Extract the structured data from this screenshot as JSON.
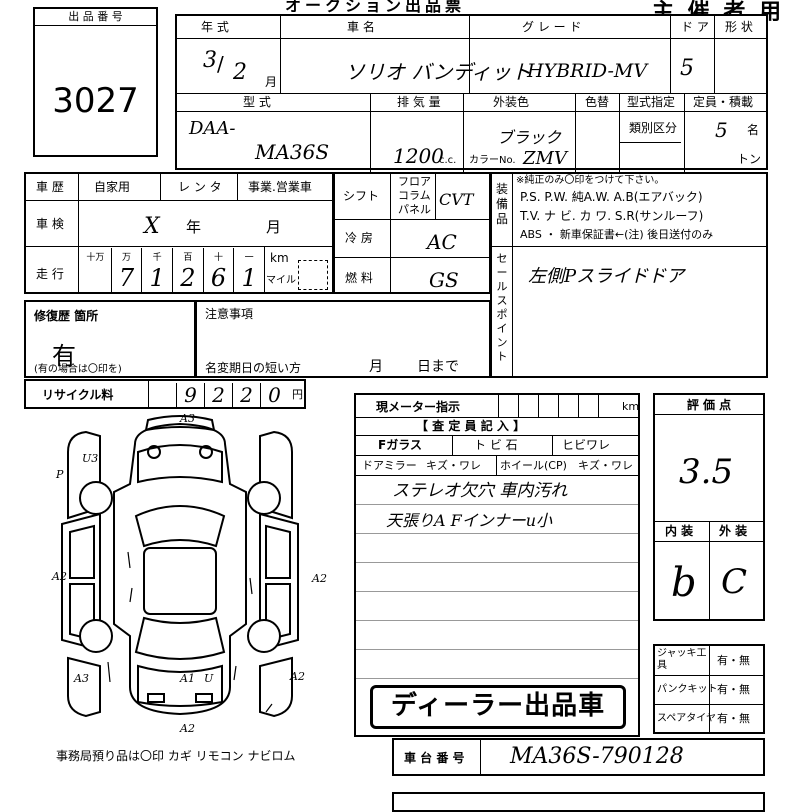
{
  "header": {
    "banner": "主 催 者 用",
    "top_partial": "オークション出品票"
  },
  "lot": {
    "label": "出 品 番 号",
    "number": "3027"
  },
  "vehicle": {
    "year_label": "年 式",
    "year_value": "3",
    "year_month": "2",
    "year_month_unit": "月",
    "name_label": "車 名",
    "name_value": "ソリオ バンディット",
    "grade_label": "グ レ ー ド",
    "grade_value": "HYBRID-MV",
    "doors_label": "ド ア",
    "doors_value": "5",
    "shape_label": "形 状",
    "model_label": "型 式",
    "model_value_1": "DAA-",
    "model_value_2": "MA36S",
    "displacement_label": "排 気 量",
    "displacement_value": "1200",
    "displacement_unit": "c.c.",
    "exterior_label": "外装色",
    "color_change_label": "色替",
    "exterior_value": "ブラック",
    "color_no_label": "カラーNo.",
    "color_no_value": "ZMV",
    "designation_label": "型式指定",
    "category_label": "類別区分",
    "capacity_label": "定員・積載",
    "capacity_value": "5",
    "capacity_unit": "名",
    "load_unit": "トン"
  },
  "history": {
    "history_label": "車 歴",
    "private_label": "自家用",
    "rental_label": "レ ン タ",
    "business_label": "事業.営業車",
    "inspection_label": "車 検",
    "inspection_value": "X",
    "year_unit": "年",
    "month_unit": "月",
    "mileage_label": "走 行",
    "digit_labels": [
      "十万",
      "万",
      "千",
      "百",
      "十",
      "一"
    ],
    "digits": [
      "",
      "7",
      "1",
      "2",
      "6",
      "1"
    ],
    "km_label": "km",
    "mile_label": "マイル"
  },
  "shift": {
    "label": "シフト",
    "options": [
      "フロア",
      "コラム",
      "パネル"
    ],
    "value": "CVT"
  },
  "ac": {
    "label": "冷 房",
    "value": "AC"
  },
  "fuel": {
    "label": "燃 料",
    "value": "GS"
  },
  "equipment": {
    "label": "装備品",
    "note": "※純正のみ〇印をつけて下さい。",
    "row1": "P.S. P.W. 純A.W. A.B(エアバック)",
    "row2": "T.V. ナ ビ. カ ワ. S.R(サンルーフ)",
    "row3": "ABS ・ 新車保証書←(注) 後日送付のみ"
  },
  "sales_point": {
    "label": "セールスポイント",
    "value": "左側Pスライドドア"
  },
  "repair": {
    "label": "修復歴 箇所",
    "value": "有",
    "note": "(有の場合は〇印を)"
  },
  "notes": {
    "label": "注意事項",
    "rename_label": "名変期日の短い方",
    "month_unit": "月",
    "day_unit": "日まで"
  },
  "recycle": {
    "label": "リサイクル料",
    "digits": [
      "9",
      "2",
      "2",
      "0"
    ],
    "unit": "円"
  },
  "meter": {
    "label": "現メーター指示",
    "unit": "km"
  },
  "inspector": {
    "label": "【 査 定 員 記 入 】",
    "fglass": "Fガラス",
    "fglass_options": "ト ビ 石",
    "fglass_crack": "ヒビワレ",
    "mirror": "ドアミラー",
    "mirror_options": "キズ・ワレ",
    "wheel": "ホイール(CP)",
    "wheel_options": "キズ・ワレ",
    "line1": "ステレオ欠穴  車内汚れ",
    "line2": "天張りA   Fインナーu小"
  },
  "dealer_stamp": "ディーラー出品車",
  "evaluation": {
    "label": "評 価 点",
    "value": "3.5",
    "interior_label": "内 装",
    "exterior_label": "外 装",
    "interior_value": "b",
    "exterior_value": "C"
  },
  "kits": [
    {
      "label": "ジャッキ工具",
      "options": "有・無"
    },
    {
      "label": "パンクキット",
      "options": "有・無"
    },
    {
      "label": "スペアタイヤ",
      "options": "有・無"
    }
  ],
  "frame": {
    "label": "車 台 番 号",
    "value": "MA36S-790128"
  },
  "office": {
    "text": "事務局預り品は〇印 カギ リモコン ナビロム"
  },
  "car_marks": [
    {
      "code": "A3"
    },
    {
      "code": "U3"
    },
    {
      "code": "P"
    },
    {
      "code": "A2"
    },
    {
      "code": "A2"
    },
    {
      "code": "A3"
    },
    {
      "code": "A1"
    },
    {
      "code": "U"
    },
    {
      "code": "A2"
    },
    {
      "code": "A2"
    }
  ]
}
